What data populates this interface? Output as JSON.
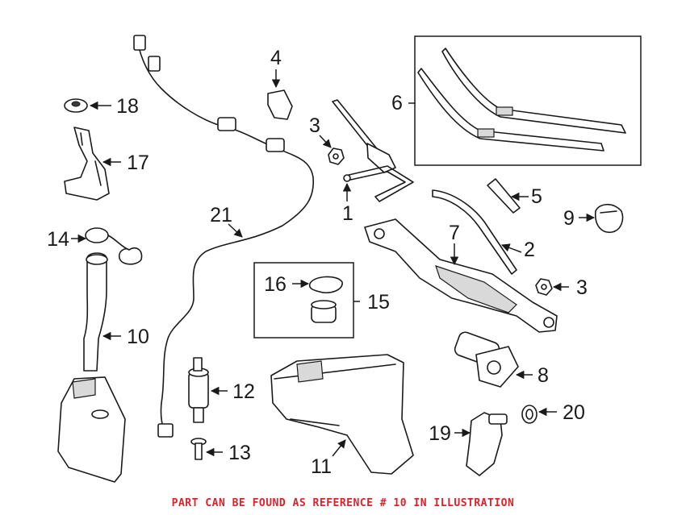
{
  "callouts": {
    "c1": "1",
    "c2": "2",
    "c3a": "3",
    "c3b": "3",
    "c4": "4",
    "c5": "5",
    "c6": "6",
    "c7": "7",
    "c8": "8",
    "c9": "9",
    "c10": "10",
    "c11": "11",
    "c12": "12",
    "c13": "13",
    "c14": "14",
    "c15": "15",
    "c16": "16",
    "c17": "17",
    "c18": "18",
    "c19": "19",
    "c20": "20",
    "c21": "21"
  },
  "footer": {
    "text": "PART CAN BE FOUND AS REFERENCE # 10 IN ILLUSTRATION",
    "color": "#e0202a"
  }
}
